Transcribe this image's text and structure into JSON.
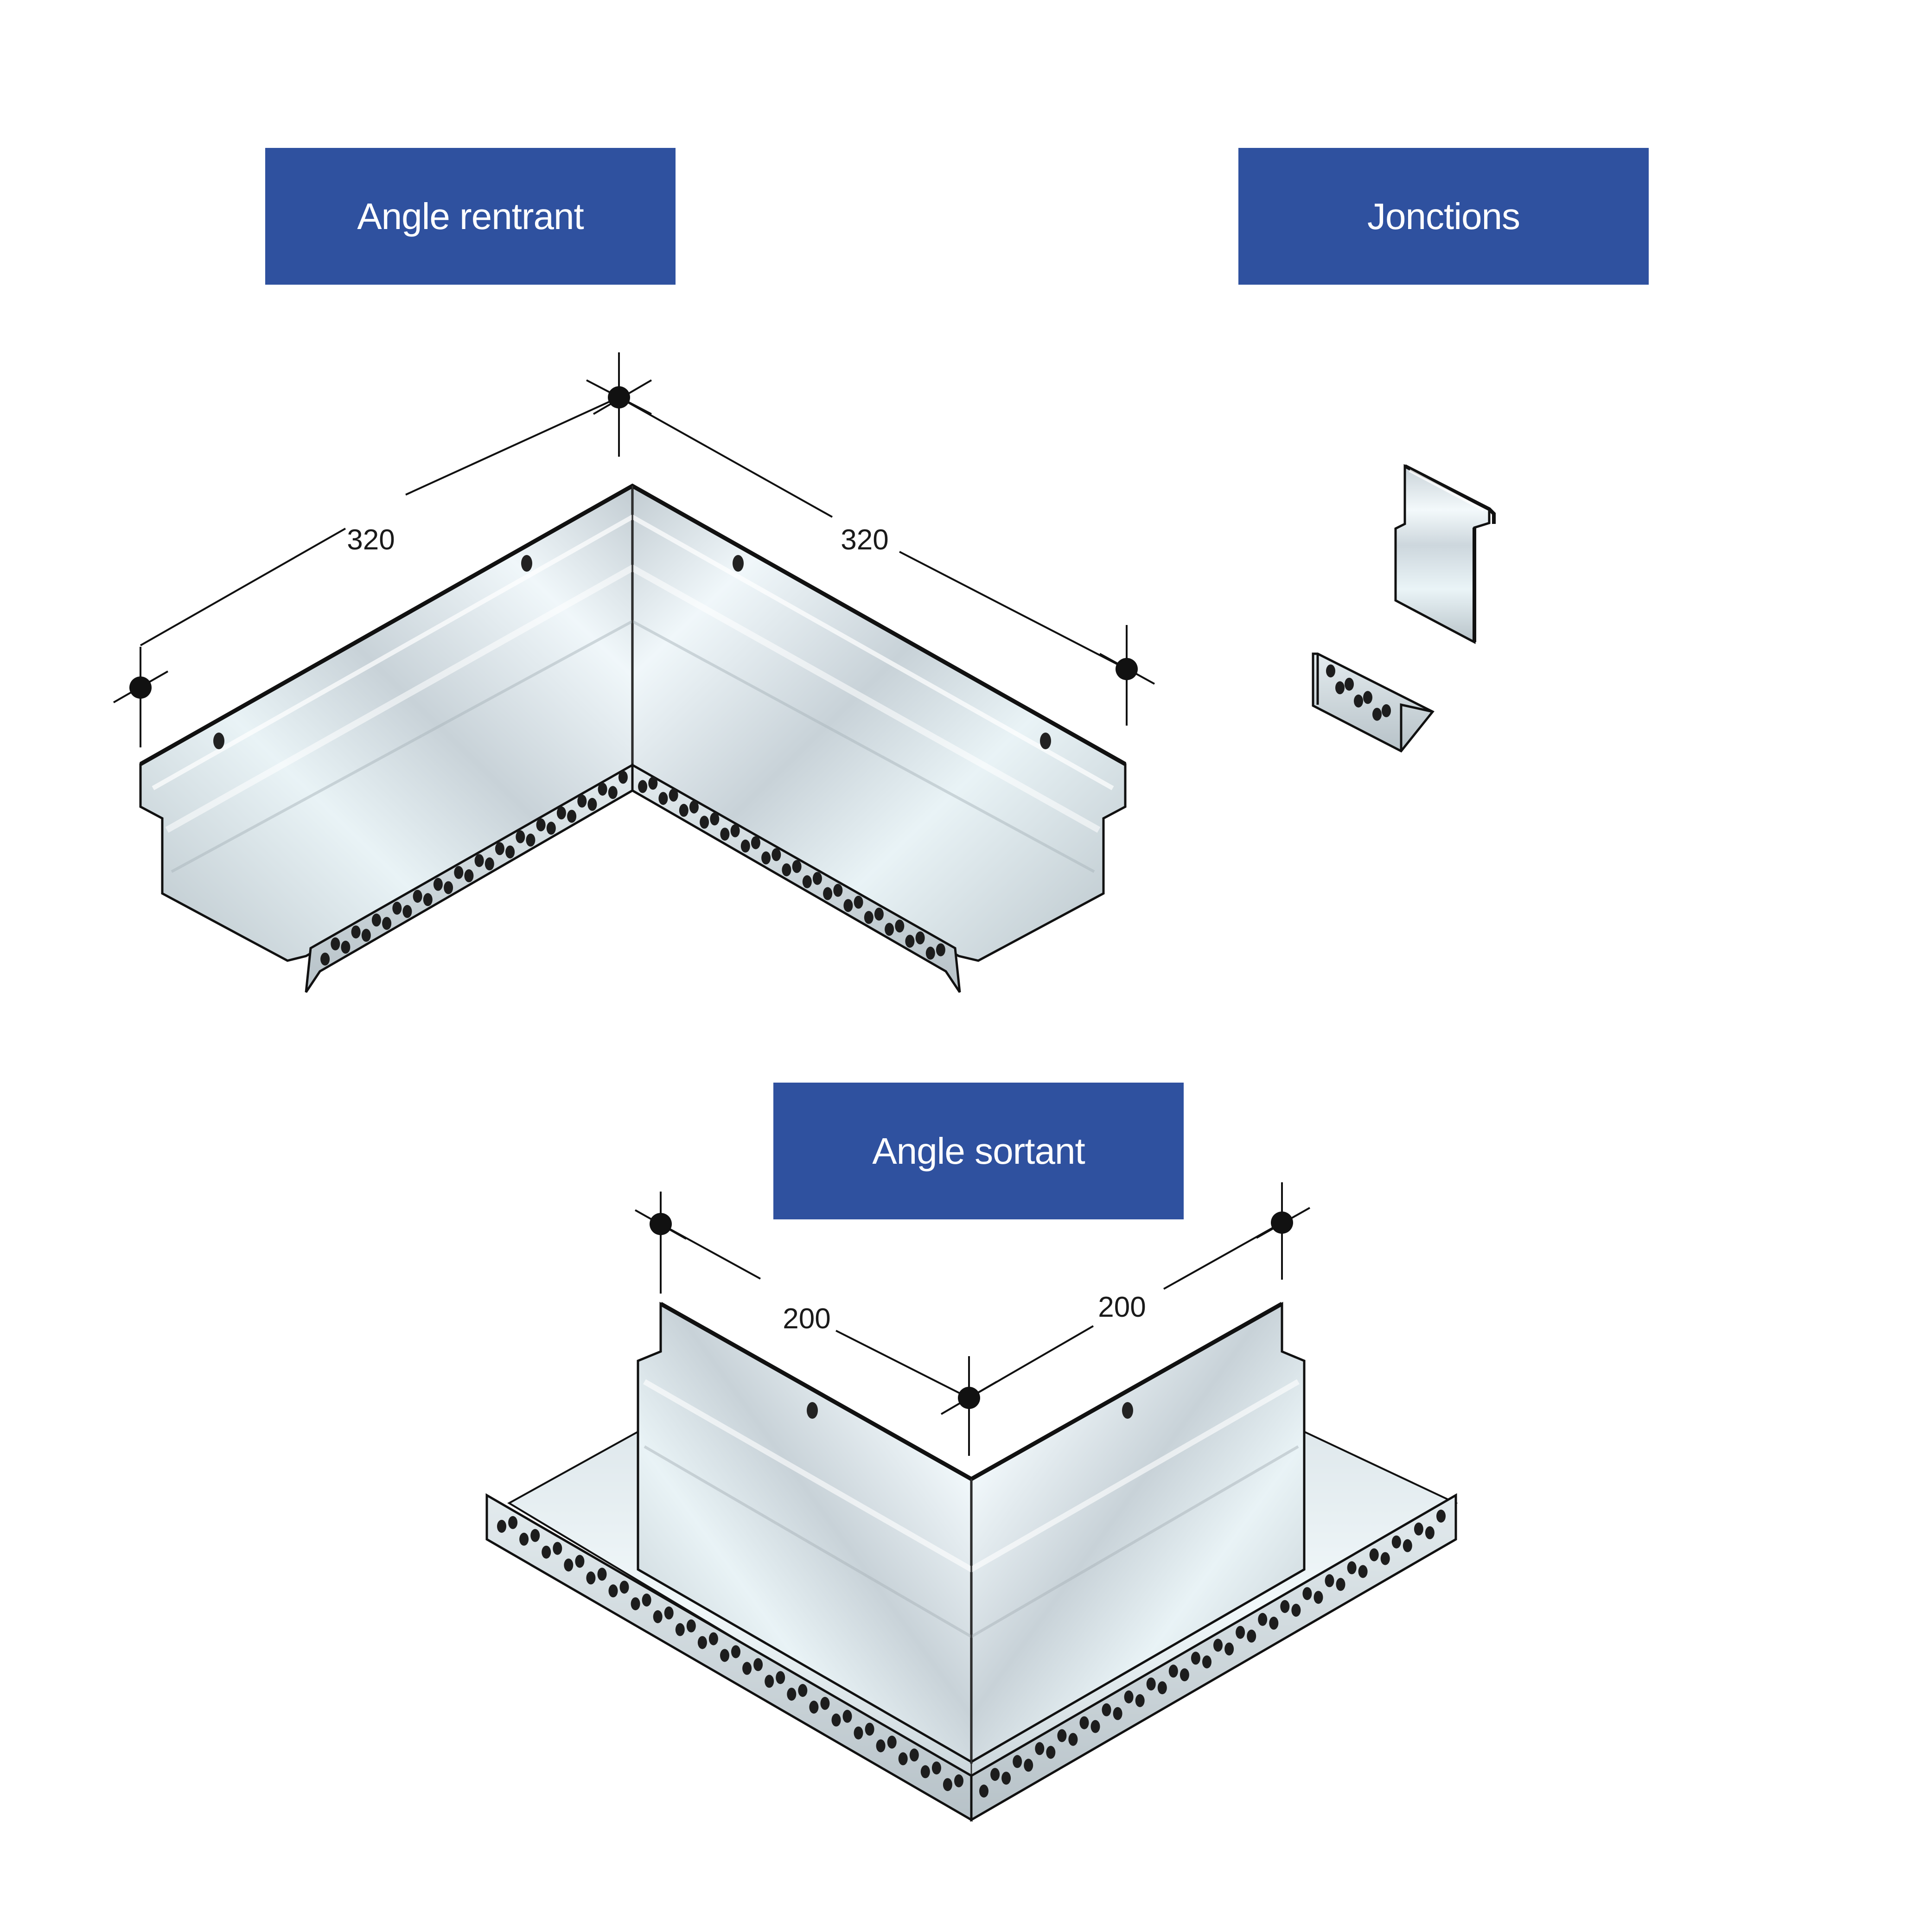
{
  "labels": {
    "rentrant": "Angle rentrant",
    "jonctions": "Jonctions",
    "sortant": "Angle sortant"
  },
  "dimensions": {
    "rentrant_left": "320",
    "rentrant_right": "320",
    "sortant_left": "200",
    "sortant_right": "200"
  },
  "colors": {
    "label_bg": "#2f519f",
    "label_text": "#ffffff",
    "metal_light": "#eef6f9",
    "metal_mid": "#cfd9df",
    "metal_dark": "#9aa6ad",
    "outline": "#111111"
  }
}
